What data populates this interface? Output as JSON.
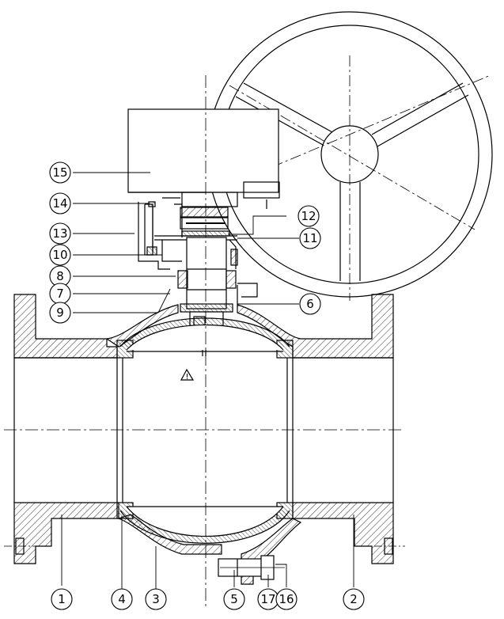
{
  "diagram": {
    "warning_symbol": "!",
    "callouts": [
      {
        "id": "c15",
        "label": "15"
      },
      {
        "id": "c14",
        "label": "14"
      },
      {
        "id": "c13",
        "label": "13"
      },
      {
        "id": "c10",
        "label": "10"
      },
      {
        "id": "c8",
        "label": "8"
      },
      {
        "id": "c7",
        "label": "7"
      },
      {
        "id": "c9",
        "label": "9"
      },
      {
        "id": "c12",
        "label": "12"
      },
      {
        "id": "c11",
        "label": "11"
      },
      {
        "id": "c6",
        "label": "6"
      },
      {
        "id": "c1",
        "label": "1"
      },
      {
        "id": "c4",
        "label": "4"
      },
      {
        "id": "c3",
        "label": "3"
      },
      {
        "id": "c5",
        "label": "5"
      },
      {
        "id": "c17",
        "label": "17"
      },
      {
        "id": "c16",
        "label": "16"
      },
      {
        "id": "c2",
        "label": "2"
      }
    ]
  }
}
